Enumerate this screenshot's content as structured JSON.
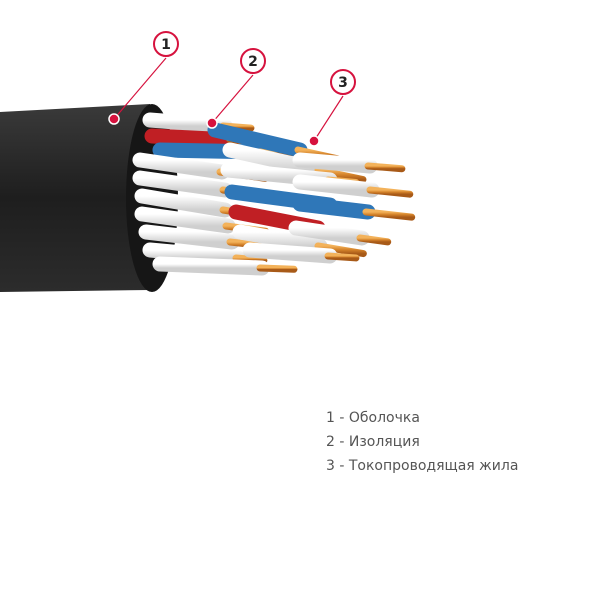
{
  "callouts": [
    {
      "number": "1",
      "meaning": "Оболочка"
    },
    {
      "number": "2",
      "meaning": "Изоляция"
    },
    {
      "number": "3",
      "meaning": "Токопроводящая жила"
    }
  ],
  "legend": [
    "1 - Оболочка",
    "2 - Изоляция",
    "3 - Токопроводящая жила"
  ],
  "colors": {
    "accent": "#d6123e",
    "sheath": "#2a2a2a",
    "insulation_white": "#f0f0f0",
    "insulation_blue": "#2f77b8",
    "insulation_red": "#c01f24",
    "copper": "#d98a2b"
  }
}
